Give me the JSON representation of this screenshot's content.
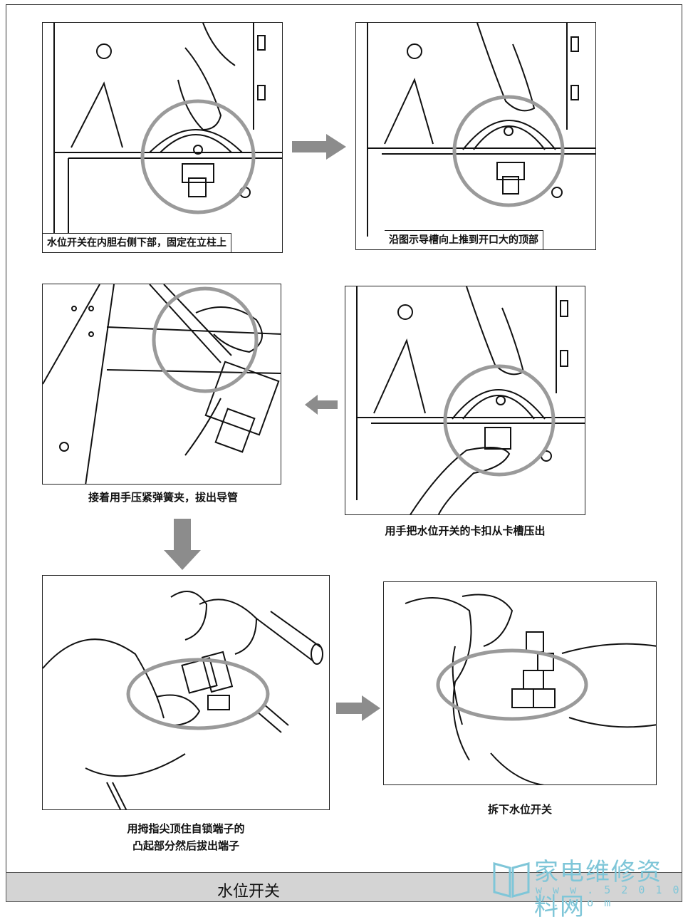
{
  "steps": [
    {
      "caption": "水位开关在内胆右侧下部，固定在立柱上"
    },
    {
      "caption": "沿图示导槽向上推到开口大的顶部"
    },
    {
      "caption": "接着用手压紧弹簧夹，拔出导管"
    },
    {
      "caption": "用手把水位开关的卡扣从卡槽压出"
    },
    {
      "caption_line1": "用拇指尖顶住自锁端子的",
      "caption_line2": "凸起部分然后拔出端子"
    },
    {
      "caption": "拆下水位开关"
    }
  ],
  "footer": {
    "title": "水位开关"
  },
  "logo": {
    "name": "家电维修资料网",
    "url": "w w w . 5 2 0 1 0 1 . c o m"
  },
  "colors": {
    "arrow": "#8c8c8c",
    "highlight_circle": "#9a9a9a",
    "footer_bg": "#d4d4d4",
    "logo": "#7fc6d8"
  }
}
